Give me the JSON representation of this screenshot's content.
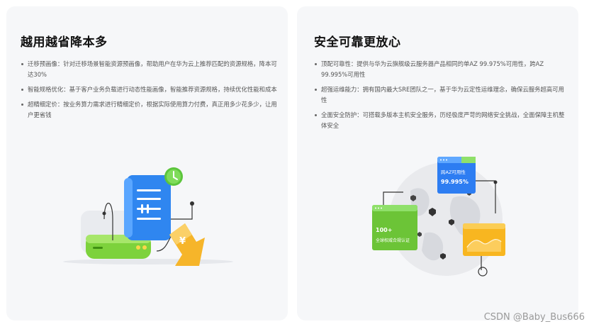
{
  "left_card": {
    "title": "越用越省降本多",
    "bullets": [
      "迁移预画像：针对迁移场景智能资源预画像，帮助用户在华为云上推荐匹配的资源规格，降本可达30%",
      "智能规格优化：基于客户业务负载进行动态性能画像，智能推荐资源规格，持续优化性能和成本",
      "超精细定价：按业务算力需求进行精细定价，根据实际使用算力付费，真正用多少花多少，让用户更省钱"
    ],
    "illustration": {
      "icons": [
        "document-icon",
        "clock-icon",
        "server-icon",
        "currency-arrow-icon"
      ]
    }
  },
  "right_card": {
    "title": "安全可靠更放心",
    "bullets": [
      "顶配可靠性：提供与华为云旗舰级云服务器产品相同的单AZ 99.975%可用性，跨AZ 99.995%可用性",
      "超强运维能力：拥有国内最大SRE团队之一，基于华为云定性运维理念，确保云服务超高可用性",
      "全面安全防护：可搭载多版本主机安全服务，历经极度严苛的网络安全挑战，全面保障主机整体安全"
    ],
    "illustration": {
      "blue_tag": {
        "label": "跨AZ可用性",
        "value": "99.995%"
      },
      "green_tag": {
        "label": "全球权威合规认证",
        "value": "100+"
      },
      "icons": [
        "globe-icon",
        "shield-icon",
        "chart-icon",
        "gear-icon"
      ]
    }
  },
  "watermark": "CSDN @Baby_Bus666",
  "colors": {
    "blue": "#2d8cf0",
    "green": "#7bd13a",
    "yellow": "#f7b52c",
    "card_bg": "#f6f7f9"
  }
}
